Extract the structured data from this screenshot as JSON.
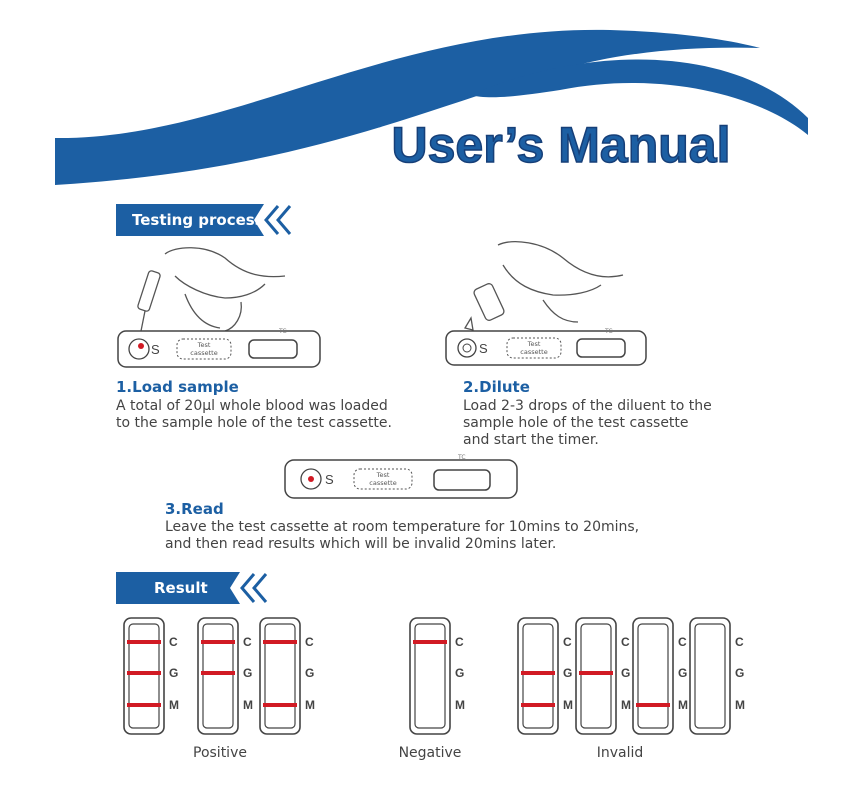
{
  "title": "User’s Manual",
  "colors": {
    "brand_blue": "#1c5fa3",
    "dark_blue": "#163f78",
    "line_red": "#d11a24"
  },
  "sections": {
    "testing": "Testing process",
    "result": "Result"
  },
  "steps": [
    {
      "title": "1.Load sample",
      "lines": [
        "A total of 20μl whole blood was loaded",
        "to the sample hole of the test cassette."
      ]
    },
    {
      "title": "2.Dilute",
      "lines": [
        "Load 2-3 drops of the diluent to the",
        "sample hole of the test cassette",
        "and start the timer."
      ]
    },
    {
      "title": "3.Read",
      "lines": [
        "Leave the test cassette at room temperature for 10mins to 20mins,",
        "and then read results which will be invalid 20mins later."
      ]
    }
  ],
  "cassette": {
    "well_label": "S",
    "window_label_1": "Test",
    "window_label_2": "cassette",
    "tag": "TC"
  },
  "strip_labels": {
    "c": "C",
    "g": "G",
    "m": "M"
  },
  "results": {
    "positive": {
      "label": "Positive",
      "strips": [
        [
          1,
          1,
          1
        ],
        [
          1,
          1,
          0
        ],
        [
          1,
          0,
          1
        ]
      ]
    },
    "negative": {
      "label": "Negative",
      "strips": [
        [
          1,
          0,
          0
        ]
      ]
    },
    "invalid": {
      "label": "Invalid",
      "strips": [
        [
          0,
          1,
          1
        ],
        [
          0,
          1,
          0
        ],
        [
          0,
          0,
          1
        ],
        [
          0,
          0,
          0
        ]
      ]
    }
  }
}
